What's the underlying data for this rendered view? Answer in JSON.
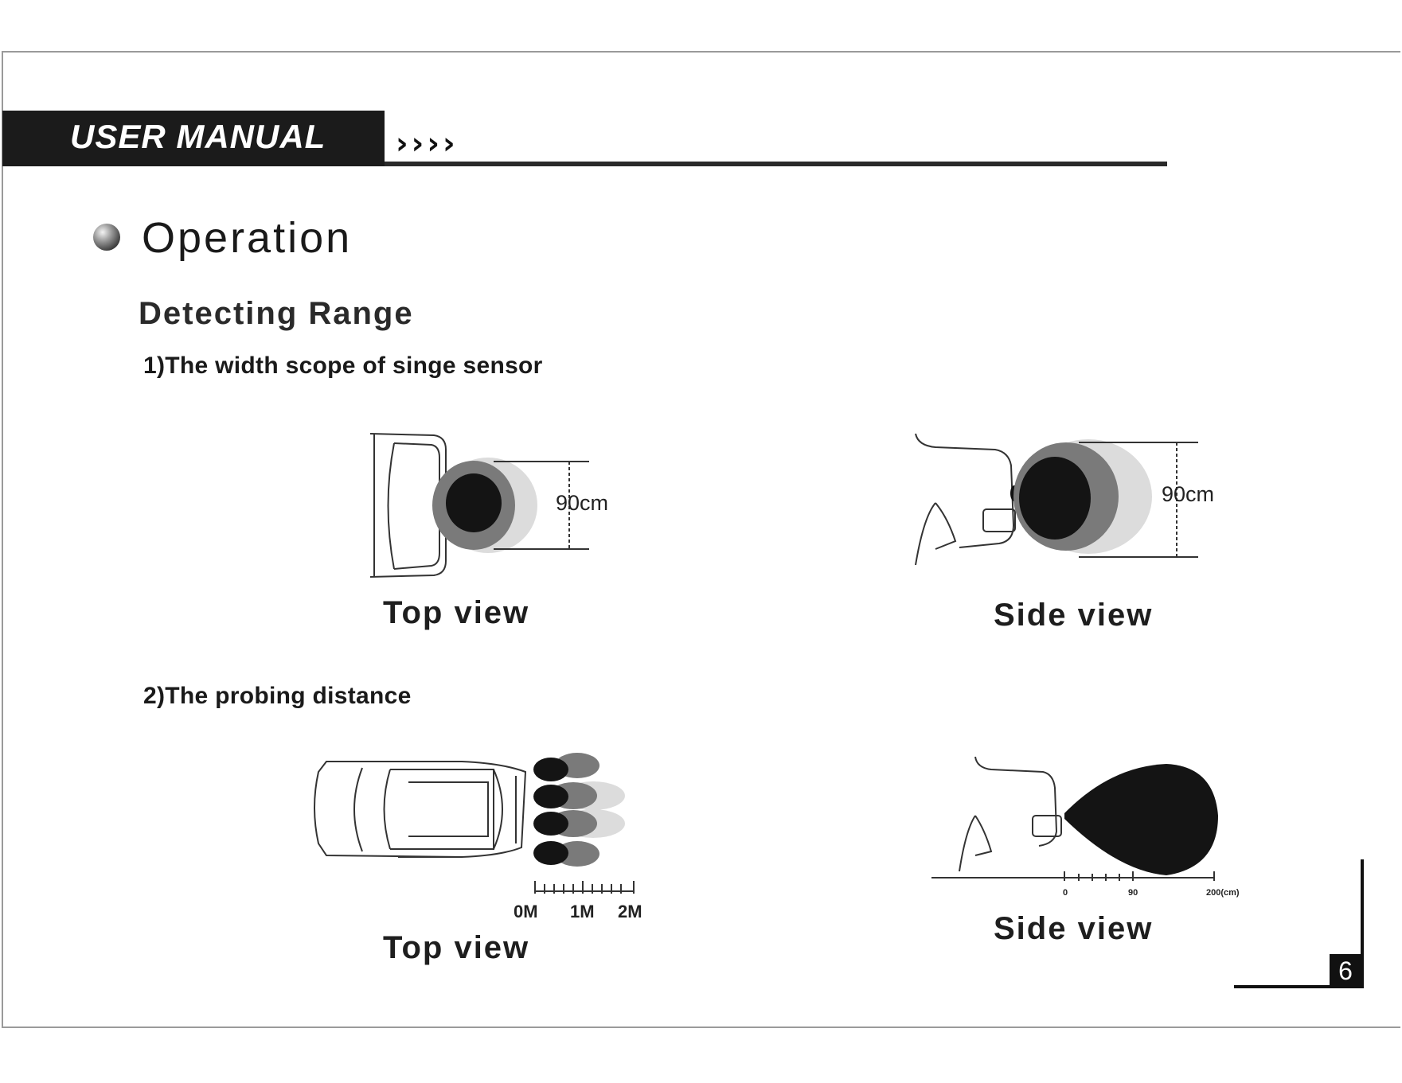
{
  "header": {
    "title": "USER MANUAL",
    "chevrons": "››››"
  },
  "section": {
    "title": "Operation"
  },
  "subsection": {
    "title": "Detecting Range"
  },
  "items": [
    {
      "title": "1)The width scope of singe sensor",
      "top_view": {
        "caption": "Top view",
        "dimension": "90cm"
      },
      "side_view": {
        "caption": "Side view",
        "dimension": "90cm"
      }
    },
    {
      "title": "2)The probing distance",
      "top_view": {
        "caption": "Top view",
        "scale": [
          "0M",
          "1M",
          "2M"
        ]
      },
      "side_view": {
        "caption": "Side view",
        "scale": [
          "0",
          "90",
          "200(cm)"
        ]
      }
    }
  ],
  "footer": {
    "page_number": "6"
  }
}
